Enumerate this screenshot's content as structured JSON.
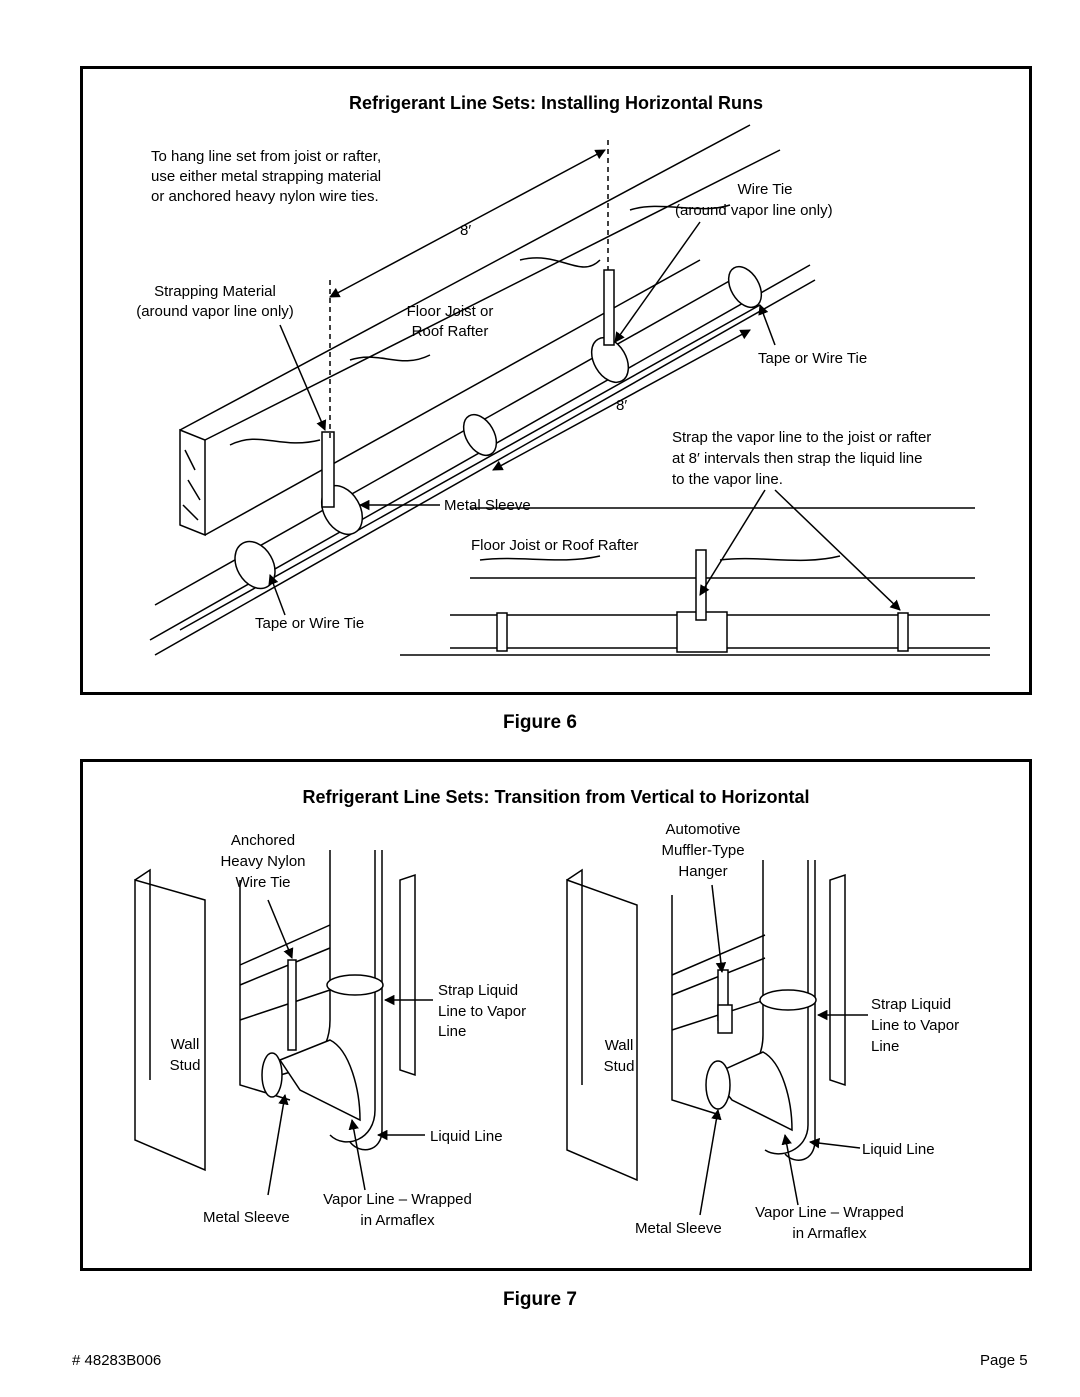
{
  "figure6": {
    "title": "Refrigerant Line Sets: Installing Horizontal Runs",
    "caption": "Figure 6",
    "labels": {
      "hang_note_1": "To hang line set  from joist or rafter,",
      "hang_note_2": "use either metal strapping material",
      "hang_note_3": "or anchored heavy nylon wire ties.",
      "dim_top": "8′",
      "wire_tie_1": "Wire Tie",
      "wire_tie_2": "(around vapor line only)",
      "strapping_1": "Strapping Material",
      "strapping_2": "(around vapor line only)",
      "floor_joist_1": "Floor Joist or",
      "floor_joist_2": "Roof Rafter",
      "tape_wire_right": "Tape or Wire Tie",
      "dim_mid": "8′",
      "strap_note_1": "Strap the vapor line to the joist or rafter",
      "strap_note_2": "at 8′ intervals then strap the liquid line",
      "strap_note_3": "to the vapor line.",
      "metal_sleeve": "Metal Sleeve",
      "floor_joist_rafter": "Floor Joist or Roof Rafter",
      "tape_wire_left": "Tape or Wire Tie"
    }
  },
  "figure7": {
    "title": "Refrigerant Line Sets: Transition from Vertical to Horizontal",
    "caption": "Figure 7",
    "left": {
      "anchored_1": "Anchored",
      "anchored_2": "Heavy Nylon",
      "anchored_3": "Wire Tie",
      "strap_1": "Strap Liquid",
      "strap_2": "Line to Vapor",
      "strap_3": "Line",
      "wall_1": "Wall",
      "wall_2": "Stud",
      "liquid": "Liquid Line",
      "vapor_1": "Vapor Line – Wrapped",
      "vapor_2": "in Armaflex",
      "metal_sleeve": "Metal Sleeve"
    },
    "right": {
      "hanger_1": "Automotive",
      "hanger_2": "Muffler-Type",
      "hanger_3": "Hanger",
      "strap_1": "Strap Liquid",
      "strap_2": "Line to Vapor",
      "strap_3": "Line",
      "wall_1": "Wall",
      "wall_2": "Stud",
      "liquid": "Liquid Line",
      "vapor_1": "Vapor Line – Wrapped",
      "vapor_2": "in Armaflex",
      "metal_sleeve": "Metal Sleeve"
    }
  },
  "footer": {
    "doc_number": "# 48283B006",
    "page": "Page 5"
  }
}
